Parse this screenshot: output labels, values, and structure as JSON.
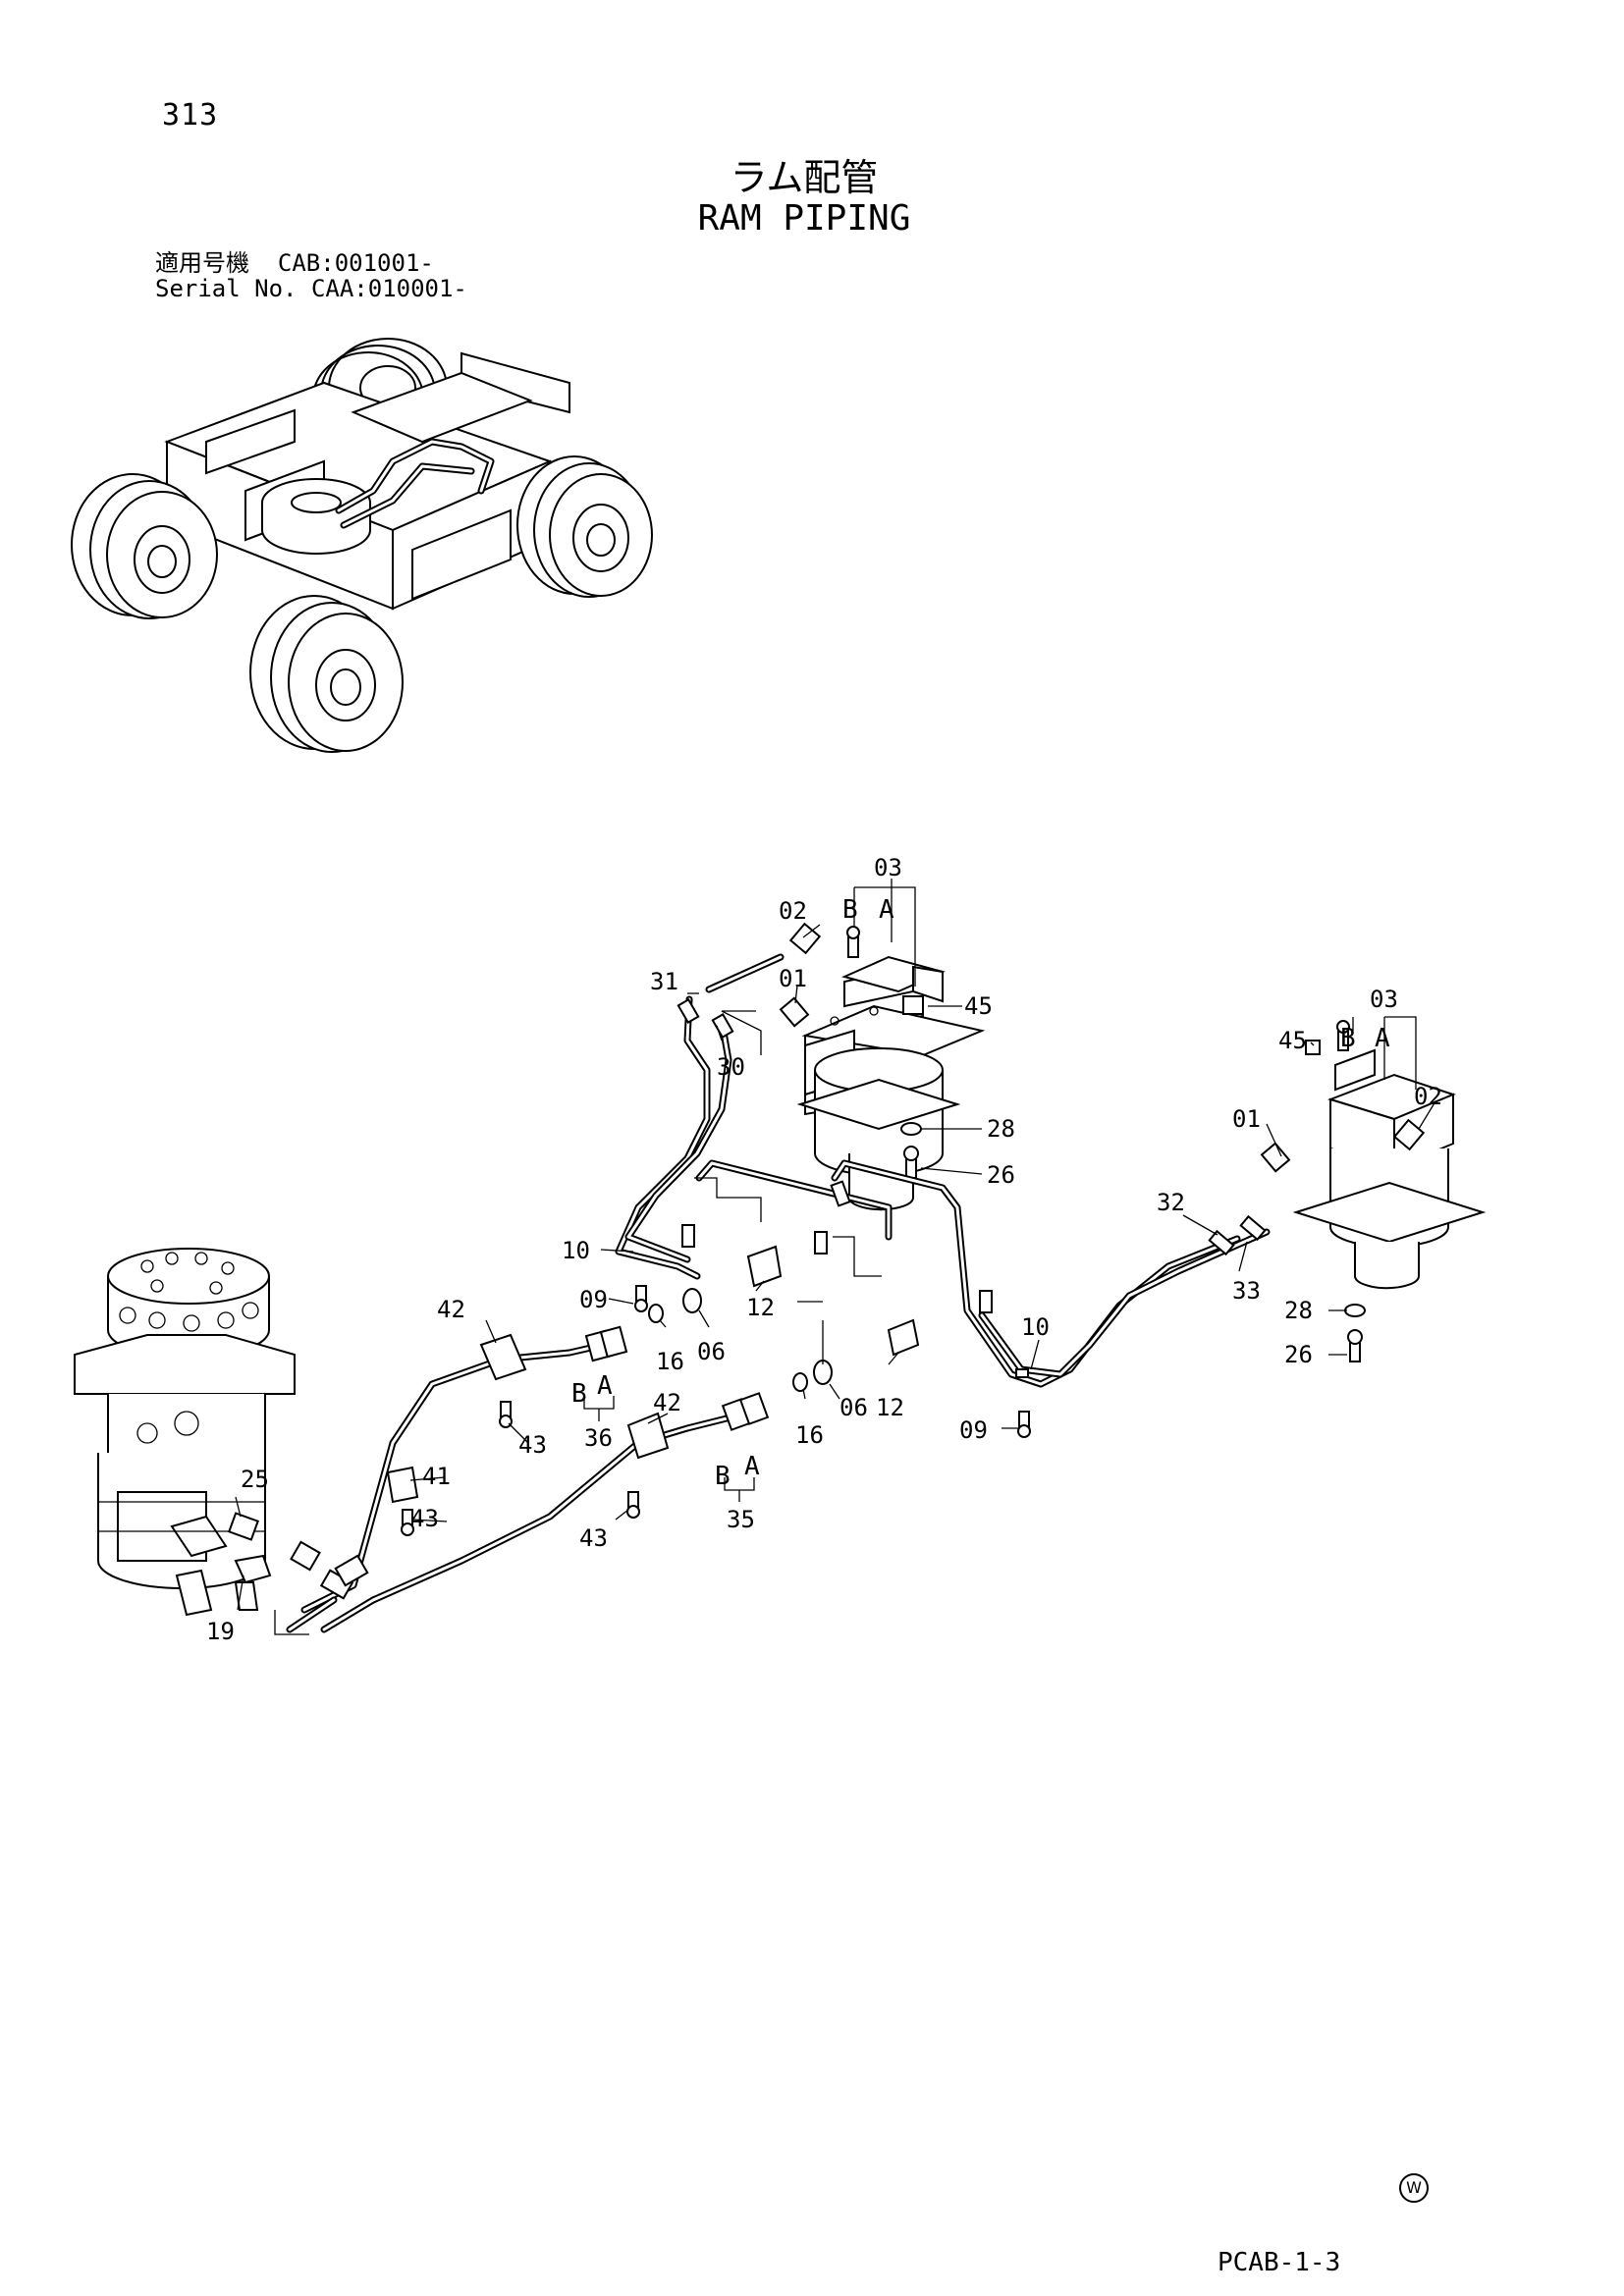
{
  "header": {
    "page_number": "313",
    "title_jp": "ラム配管",
    "title_en": "RAM PIPING",
    "serial_line1": "適用号機  CAB:001001-",
    "serial_line2": "Serial No. CAA:010001-"
  },
  "footer": {
    "page_code": "PCAB-1-3",
    "mark": "W"
  },
  "callouts": {
    "c03a": "03",
    "c03b": "03",
    "c02a": "02",
    "c02b": "02",
    "c01a": "01",
    "c01b": "01",
    "c45a": "45",
    "c45b": "45",
    "c31": "31",
    "c30": "30",
    "c28a": "28",
    "c28b": "28",
    "c26a": "26",
    "c26b": "26",
    "c32": "32",
    "c33": "33",
    "c10a": "10",
    "c10b": "10",
    "c09a": "09",
    "c09b": "09",
    "c12a": "12",
    "c12b": "12",
    "c16a": "16",
    "c16b": "16",
    "c06a": "06",
    "c06b": "06",
    "c42a": "42",
    "c42b": "42",
    "c43a": "43",
    "c43b": "43",
    "c43c": "43",
    "c36": "36",
    "c35": "35",
    "c41": "41",
    "c25": "25",
    "c19": "19"
  },
  "port_labels": {
    "b1": "B",
    "a1": "A",
    "b2": "B",
    "a2": "A",
    "b3": "B",
    "a3": "A",
    "b4": "B",
    "a4": "A"
  }
}
